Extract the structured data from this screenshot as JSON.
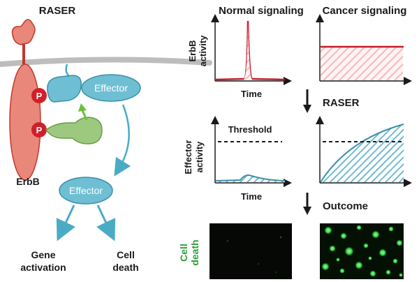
{
  "title": "RASER",
  "columns": {
    "normal": "Normal signaling",
    "cancer": "Cancer signaling"
  },
  "steps": {
    "raser": "RASER",
    "outcome": "Outcome"
  },
  "receptor": {
    "name": "ErbB",
    "phospho_label": "P"
  },
  "effector": {
    "bound": "Effector",
    "released": "Effector"
  },
  "outcomes": {
    "gene_line1": "Gene",
    "gene_line2": "activation",
    "death_line1": "Cell",
    "death_line2": "death"
  },
  "plots": {
    "erbb_ylabel_line1": "ErbB",
    "erbb_ylabel_line2": "activity",
    "time_label": "Time",
    "effector_ylabel_line1": "Effector",
    "effector_ylabel_line2": "activity",
    "threshold_label": "Threshold",
    "time_label_2": "Time",
    "cell_death_line1": "Cell",
    "cell_death_line2": "death"
  },
  "colors": {
    "receptor": "#e8877a",
    "receptor_stroke": "#c0392b",
    "phospho": "#d11f2a",
    "teal": "#4aabc4",
    "teal_fill": "#6fbfd4",
    "green": "#9cc97e",
    "green_arrow": "#6cbf3a",
    "membrane": "#bdbdbd",
    "red_line": "#c41e2a"
  }
}
